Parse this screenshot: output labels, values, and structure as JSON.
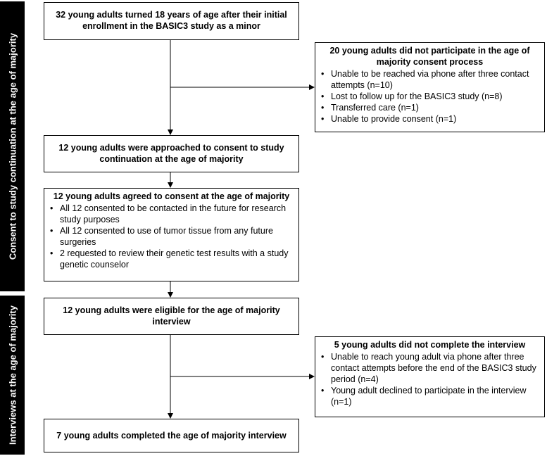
{
  "side_labels": {
    "consent": "Consent to study continuation at the age of majority",
    "interviews": "Interviews at the age of majority"
  },
  "boxes": {
    "b1": {
      "title": "32 young adults turned 18 years of age after their initial enrollment in the BASIC3 study as a minor",
      "bullets": []
    },
    "b2": {
      "title": "20 young adults did not participate in the age of majority consent process",
      "bullets": [
        "Unable to be reached via phone after three contact attempts (n=10)",
        "Lost to follow up for the BASIC3 study (n=8)",
        "Transferred care (n=1)",
        "Unable to provide consent (n=1)"
      ]
    },
    "b3": {
      "title": "12 young adults were approached to consent to study continuation at the age of majority",
      "bullets": []
    },
    "b4": {
      "title": "12 young adults agreed to consent at the age of majority",
      "bullets": [
        "All 12 consented to be contacted in the future for research study purposes",
        "All 12 consented to use of tumor tissue from any future surgeries",
        "2 requested to review their genetic test results with a study genetic counselor"
      ]
    },
    "b5": {
      "title": "12 young adults were eligible for the age of majority interview",
      "bullets": []
    },
    "b6": {
      "title": "5 young adults did not complete the interview",
      "bullets": [
        "Unable to reach young adult via phone after three contact attempts before the end of the BASIC3 study period (n=4)",
        "Young adult declined to participate in the interview (n=1)"
      ]
    },
    "b7": {
      "title": "7 young adults completed the age of majority interview",
      "bullets": []
    }
  }
}
